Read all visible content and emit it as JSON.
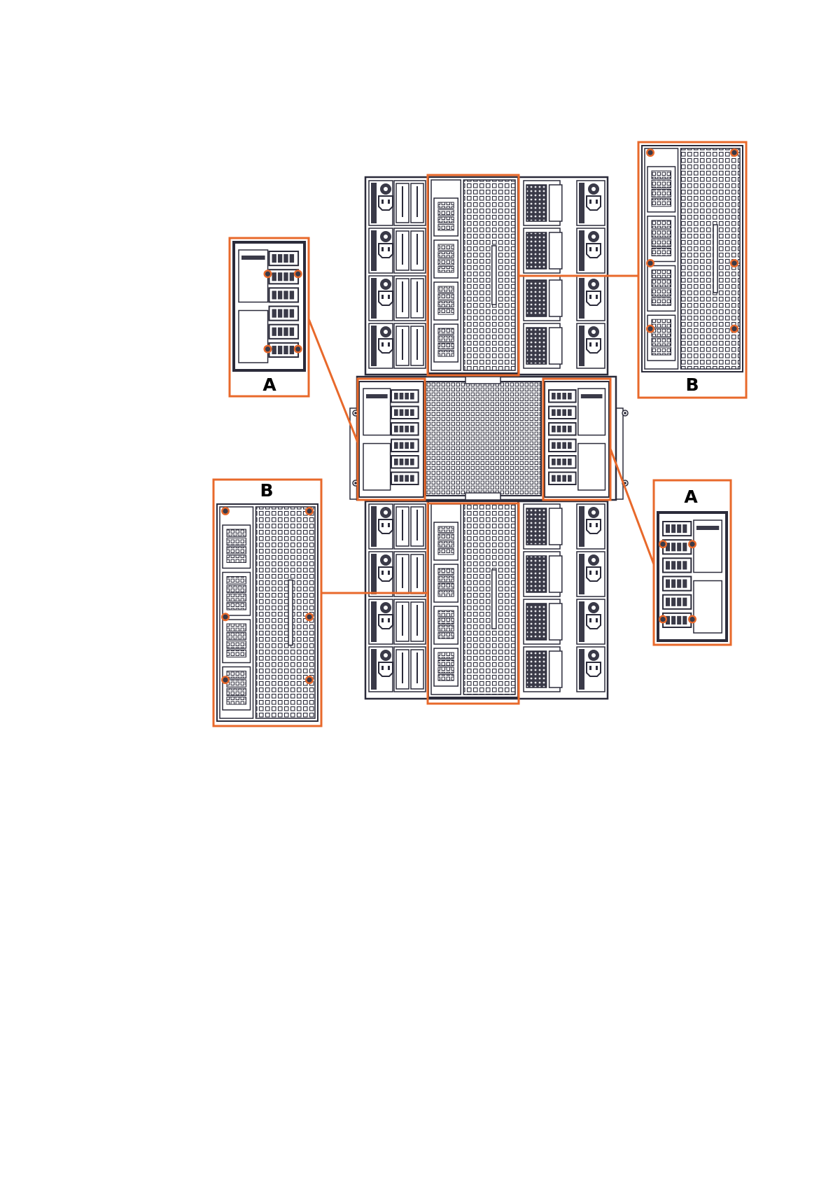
{
  "figure": {
    "callouts": [
      {
        "id": "top-left",
        "label": "A"
      },
      {
        "id": "top-right",
        "label": "B"
      },
      {
        "id": "bottom-left",
        "label": "B"
      },
      {
        "id": "bottom-right",
        "label": "A"
      }
    ]
  },
  "colors": {
    "callout": "#e8692b",
    "line": "#2b2b3a",
    "background": "#ffffff"
  },
  "icons": [
    "screw-icon",
    "power-socket-icon",
    "fan-icon",
    "connector-icon"
  ]
}
